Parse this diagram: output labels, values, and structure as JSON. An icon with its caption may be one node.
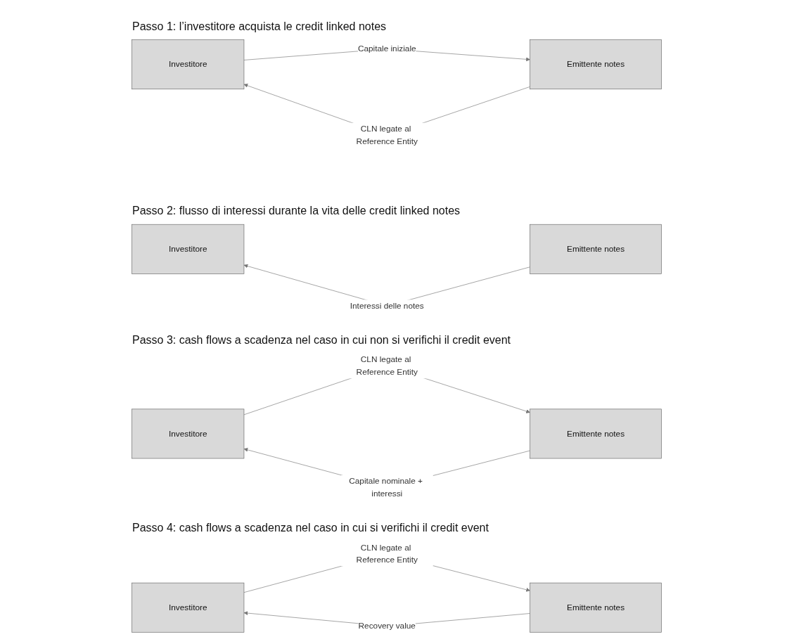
{
  "diagram": {
    "nodes": [
      {
        "text": [
          "Investitore"
        ]
      },
      {
        "text": [
          "Emittente notes"
        ]
      },
      {
        "text": [
          "Investitore"
        ]
      },
      {
        "text": [
          "Emittente notes"
        ]
      },
      {
        "text": [
          "Investitore"
        ]
      },
      {
        "text": [
          "Emittente notes"
        ]
      },
      {
        "text": [
          "Investitore"
        ]
      },
      {
        "text": [
          "Emittente notes"
        ]
      }
    ],
    "edges": [
      {
        "from": 0,
        "to": 1,
        "arrow": "to",
        "label": "Capitale iniziale"
      },
      {
        "from": 1,
        "to": 0,
        "arrow": "to",
        "label": "CLN legate al Reference Entity"
      },
      {
        "from": 3,
        "to": 2,
        "arrow": "to",
        "label": "Interessi delle notes"
      },
      {
        "from": 5,
        "to": 4,
        "arrow": "to",
        "label": "Capitale nominale + interessi"
      },
      {
        "from": 4,
        "to": 5,
        "arrow": "to",
        "label": "CLN legate al Reference Entity"
      },
      {
        "from": 7,
        "to": 6,
        "arrow": "to",
        "label": "Recovery value"
      },
      {
        "from": 6,
        "to": 7,
        "arrow": "to",
        "label": "CLN legate al Reference Entity"
      }
    ],
    "labels": [
      "Passo 1: l’investitore acquista le credit linked notes",
      "Passo 2: flusso di interessi durante la vita delle credit linked notes",
      "Passo 3: cash flows a scadenza nel caso in cui non si verifichi il credit event",
      "Passo 4: cash flows a scadenza nel caso in cui si verifichi il credit event"
    ]
  }
}
